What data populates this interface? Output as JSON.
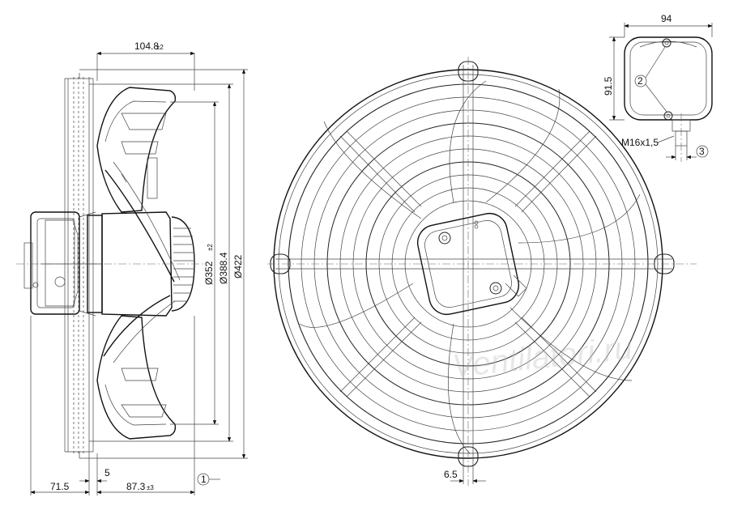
{
  "dimensions": {
    "side_depth": "104.8",
    "side_depth_tol": "±2",
    "dia_352": "Ø352",
    "dia_352_tol": "±2",
    "dia_388": "Ø388.4",
    "dia_422": "Ø422",
    "bottom_71": "71.5",
    "bottom_5": "5",
    "bottom_87": "87.3",
    "bottom_87_tol": "±3",
    "grille_6_5": "6.5",
    "box_width": "94",
    "box_height": "91.5",
    "thread": "M16x1,5"
  },
  "callouts": {
    "c1": "1",
    "c2": "2",
    "c3": "3"
  },
  "watermark": "Ventilatori.ru"
}
